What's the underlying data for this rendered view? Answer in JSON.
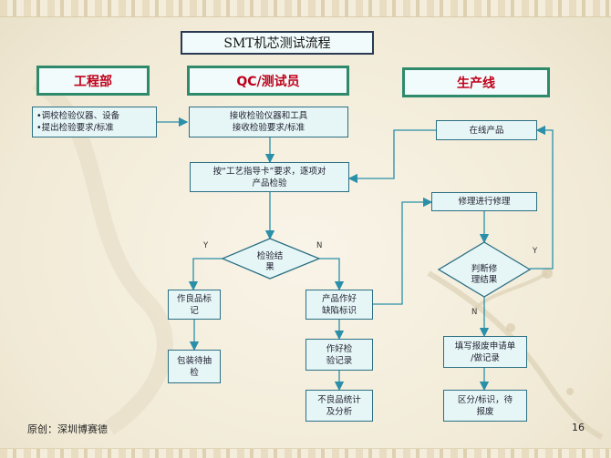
{
  "title": "SMT机芯测试流程",
  "headers": {
    "eng": "工程部",
    "qc": "QC/测试员",
    "prod": "生产线"
  },
  "nodes": {
    "eng_task": "•调校检验仪器、设备\n•提出检验要求/标准",
    "receive": "接收检验仪器和工具\n接收检验要求/标准",
    "inspect": "按“工艺指导卡”要求，逐项对\n产品检验",
    "decision_check": "检验结\n果",
    "good_mark": "作良品标\n记",
    "pack": "包装待抽\n检",
    "defect_mark": "产品作好\n缺陷标识",
    "record": "作好检\n验记录",
    "stats": "不良品统计\n及分析",
    "online": "在线产品",
    "repair": "修理进行修理",
    "decision_repair": "判断修\n理结果",
    "scrap": "填写报废申请单\n/做记录",
    "distinguish": "区分/标识，待\n报废"
  },
  "labels": {
    "y1": "Y",
    "n1": "N",
    "y2": "Y",
    "n2": "N"
  },
  "footer": {
    "author": "原创：深圳博赛德",
    "page": "16"
  },
  "colors": {
    "border": "#2b6f83",
    "fill": "#e6f6f6",
    "header_border": "#2f8a6c",
    "header_text": "#c0001a",
    "arrow": "#2a8fa8"
  }
}
